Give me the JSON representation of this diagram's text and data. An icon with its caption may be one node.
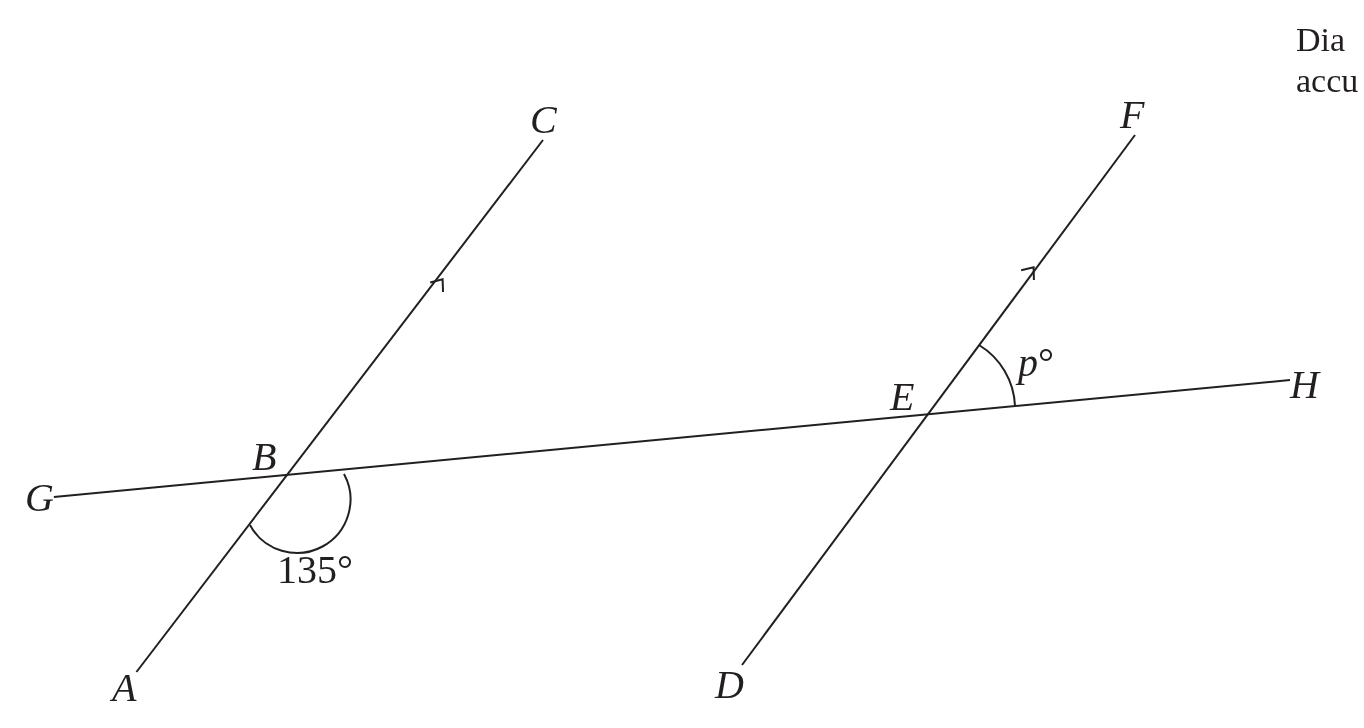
{
  "diagram": {
    "nodes": [
      {
        "text": [
          "A"
        ]
      },
      {
        "text": [
          "C"
        ]
      },
      {
        "text": [
          "D"
        ]
      },
      {
        "text": [
          "F"
        ]
      },
      {
        "text": [
          "G"
        ]
      },
      {
        "text": [
          "H"
        ]
      }
    ],
    "edges": [
      {
        "from": 0,
        "to": 1,
        "arrow": "none"
      },
      {
        "from": 2,
        "to": 3,
        "arrow": "none"
      },
      {
        "from": 4,
        "to": 5,
        "arrow": "none"
      }
    ],
    "labels": [
      "Dia accu",
      "B",
      "E",
      "135°",
      "*p*°"
    ]
  }
}
